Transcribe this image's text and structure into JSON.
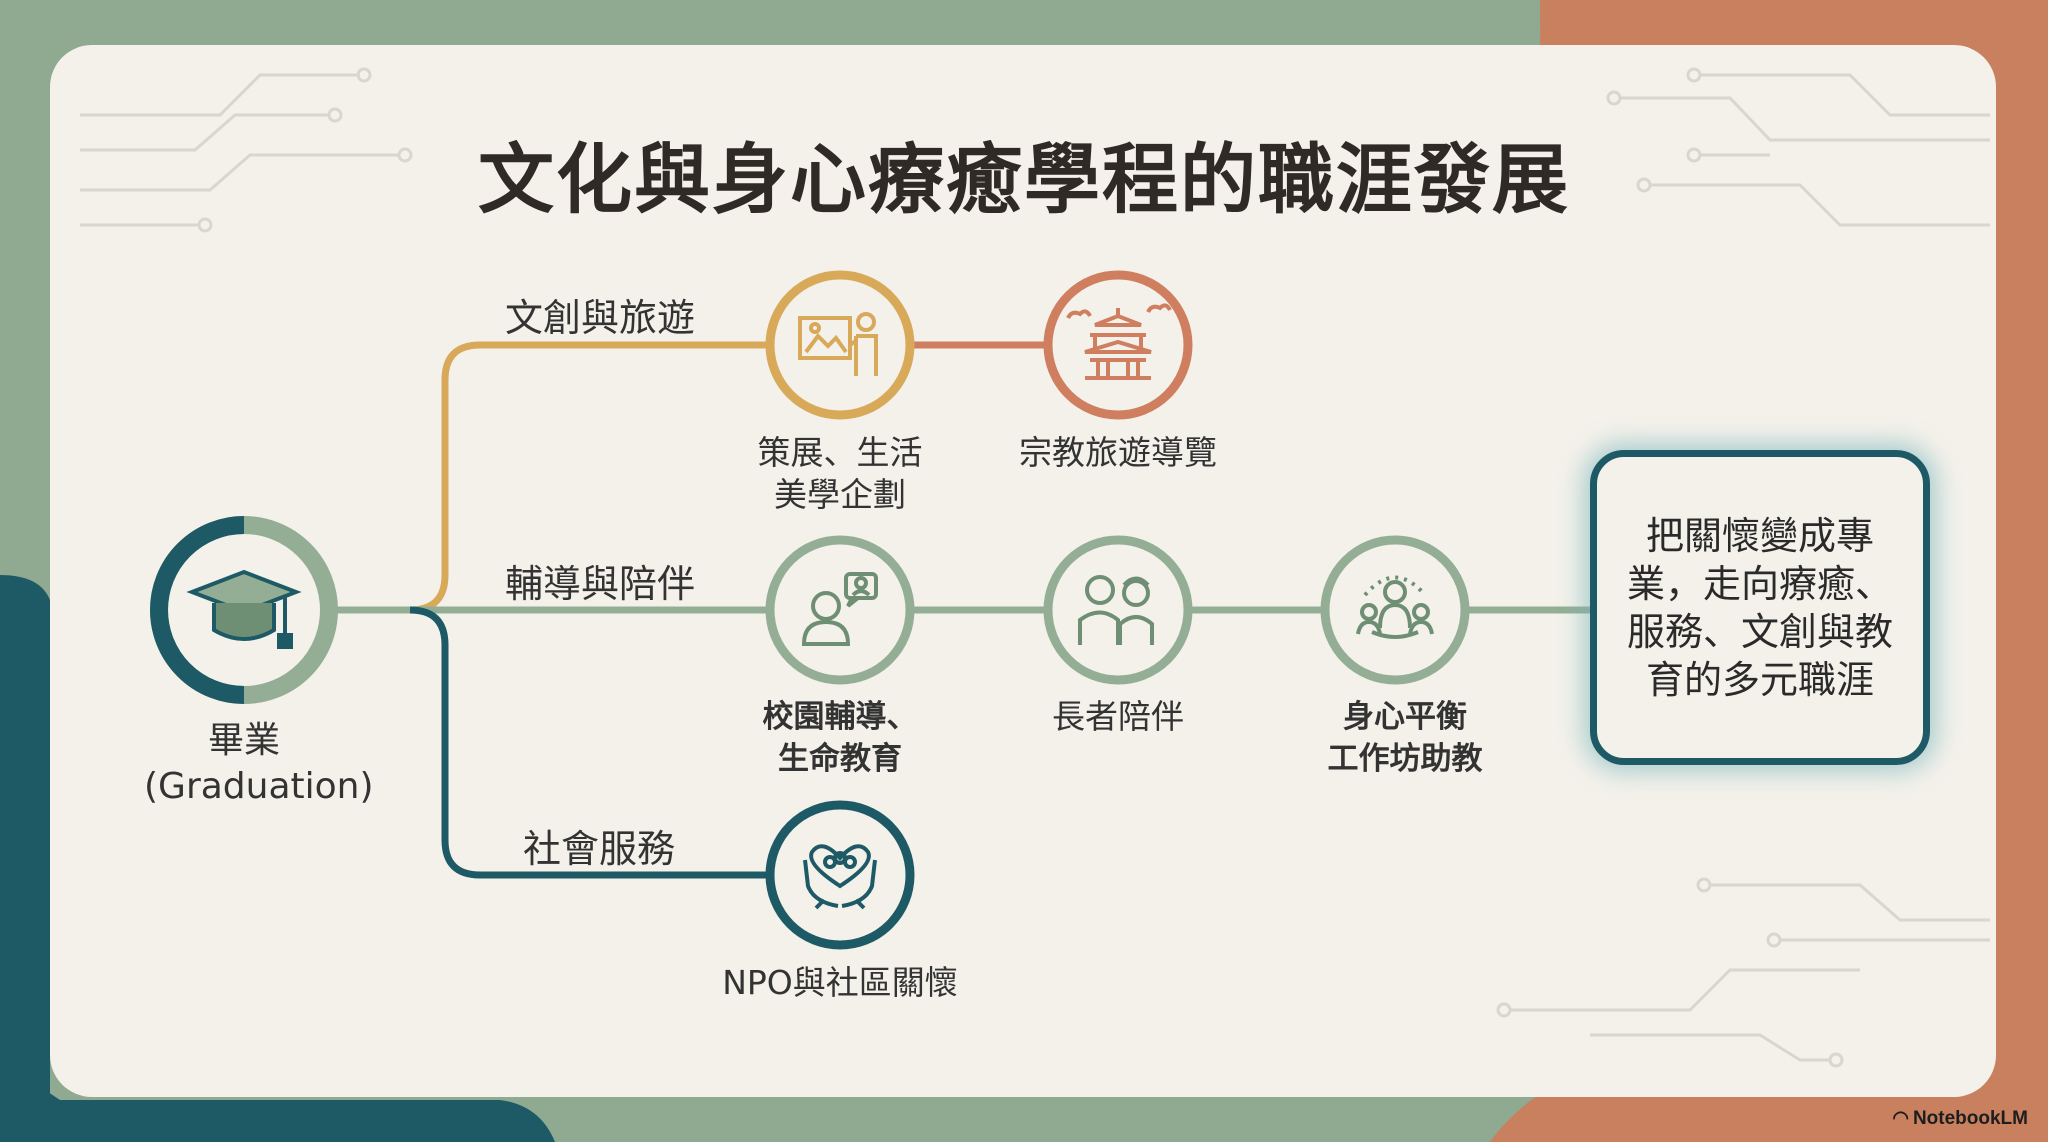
{
  "title": "文化與身心療癒學程的職涯發展",
  "start": {
    "label_line1": "畢業",
    "label_line2": "(Graduation)",
    "icon": "graduation-cap-icon"
  },
  "branches": [
    {
      "name": "文創與旅遊",
      "color": "#d9a95a"
    },
    {
      "name": "輔導與陪伴",
      "color": "#94ae95"
    },
    {
      "name": "社會服務",
      "color": "#1e5a66"
    }
  ],
  "nodes": {
    "curation": {
      "line1": "策展、生活",
      "line2": "美學企劃",
      "icon": "presentation-icon",
      "color": "#d9a95a"
    },
    "religious_tour": {
      "line1": "宗教旅遊導覽",
      "line2": "",
      "icon": "temple-icon",
      "color": "#cf7e5f"
    },
    "campus_counseling": {
      "line1": "校園輔導、",
      "line2": "生命教育",
      "icon": "counselor-icon",
      "color": "#94ae95"
    },
    "elder_care": {
      "line1": "長者陪伴",
      "line2": "",
      "icon": "elderly-couple-icon",
      "color": "#94ae95"
    },
    "balance_workshop": {
      "line1": "身心平衡",
      "line2": "工作坊助教",
      "icon": "meditation-icon",
      "color": "#94ae95"
    },
    "npo": {
      "line1": "NPO與社區關懷",
      "line2": "",
      "icon": "caring-hands-icon",
      "color": "#1e5a66"
    }
  },
  "outcome": {
    "text": "把關懷變成專業，走向療癒、服務、文創與教育的多元職涯"
  },
  "logo": {
    "text": "NotebookLM"
  }
}
